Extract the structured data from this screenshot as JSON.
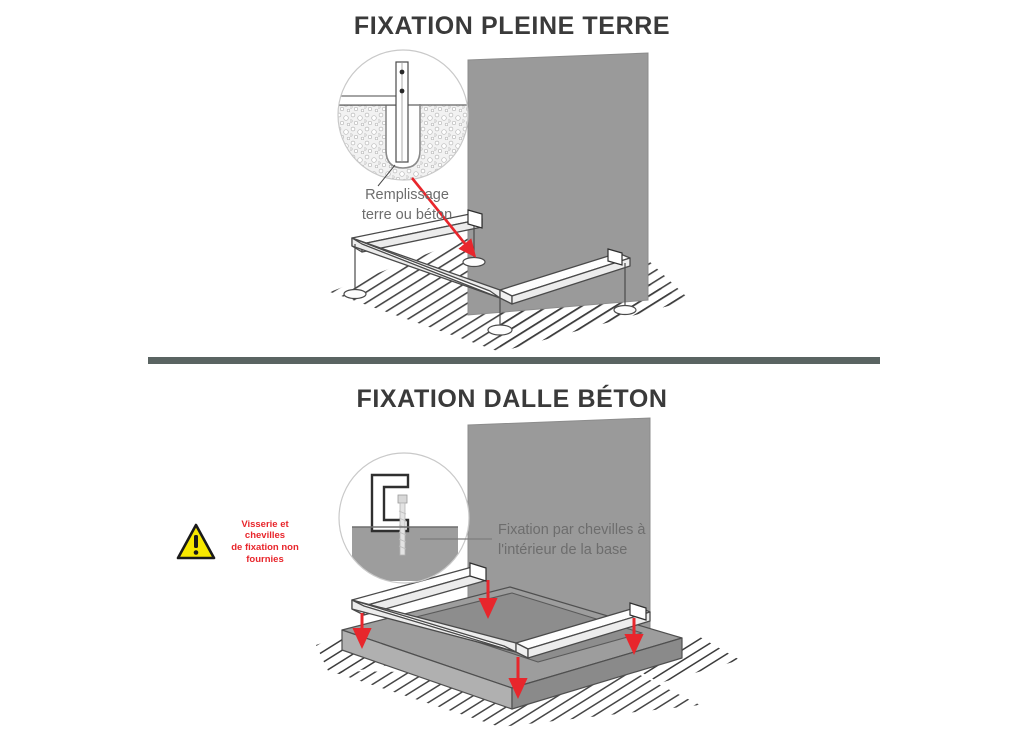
{
  "document": {
    "type": "installation-diagram",
    "language": "fr"
  },
  "sections": [
    {
      "id": "pleine-terre",
      "title": "FIXATION PLEINE TERRE",
      "callouts": [
        {
          "id": "remplissage",
          "text": "Remplissage\nterre ou béton"
        }
      ]
    },
    {
      "id": "dalle-beton",
      "title": "FIXATION DALLE BÉTON",
      "callouts": [
        {
          "id": "chevilles",
          "text": "Fixation par chevilles à\nl'intérieur de la base"
        }
      ],
      "warning": {
        "icon": "warning-triangle-icon",
        "text": "Visserie et chevilles\nde fixation non\nfournies"
      }
    }
  ],
  "colors": {
    "title": "#3a3a3a",
    "divider": "#5a6462",
    "wall": "#9a9a9a",
    "slab": "#9d9d9d",
    "slab_top": "#8d8d8d",
    "arrow_red": "#e8262c",
    "callout_text": "#6d6d6d",
    "warning_yellow": "#f7e800",
    "warning_text": "#e8262c",
    "line": "#4a4a4a",
    "hatch": "#3c3c3c"
  }
}
